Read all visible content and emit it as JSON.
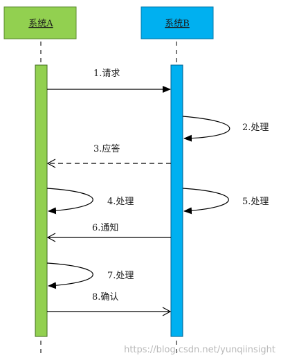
{
  "participants": [
    {
      "id": "A",
      "label": "系统A",
      "fill": "#92d050",
      "stroke": "#4f7a28"
    },
    {
      "id": "B",
      "label": "系统B",
      "fill": "#00b0f0",
      "stroke": "#0070a8"
    }
  ],
  "messages": [
    {
      "label": "1.请求",
      "from": "A",
      "to": "B",
      "style": "solid",
      "head": "filled"
    },
    {
      "label": "2.处理",
      "from": "B",
      "to": "B",
      "style": "self"
    },
    {
      "label": "3.应答",
      "from": "B",
      "to": "A",
      "style": "dashed",
      "head": "open"
    },
    {
      "label": "4.处理",
      "from": "A",
      "to": "A",
      "style": "self"
    },
    {
      "label": "5.处理",
      "from": "B",
      "to": "B",
      "style": "self"
    },
    {
      "label": "6.通知",
      "from": "B",
      "to": "A",
      "style": "solid",
      "head": "open"
    },
    {
      "label": "7.处理",
      "from": "A",
      "to": "A",
      "style": "self"
    },
    {
      "label": "8.确认",
      "from": "A",
      "to": "B",
      "style": "solid",
      "head": "open"
    }
  ],
  "watermark": "https://blog.csdn.net/yunqiinsight"
}
